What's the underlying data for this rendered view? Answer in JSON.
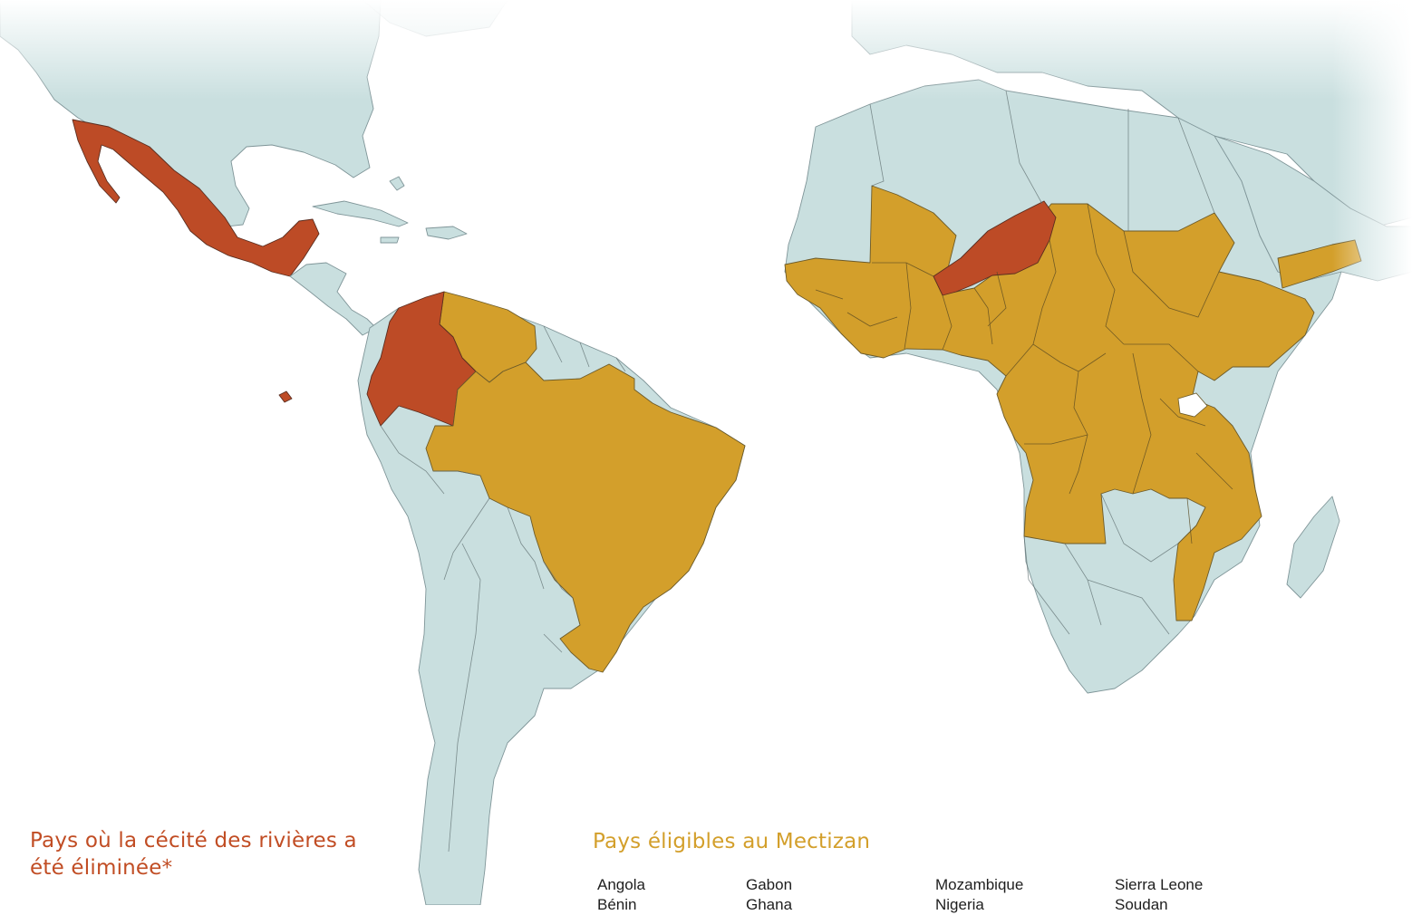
{
  "map": {
    "colors": {
      "sea": "#ffffff",
      "land": "#c9dfdf",
      "eligible": "#d39f2b",
      "eliminated": "#bd4b26",
      "border": "#7f9598"
    },
    "eliminated": [
      "Mexique",
      "Colombie",
      "Niger"
    ],
    "eligible_highlighted": [
      "Venezuela",
      "Brésil",
      "Sénégal",
      "Mali",
      "Guinée",
      "Côte d'Ivoire",
      "Nigeria",
      "Tchad",
      "Soudan",
      "Éthiopie",
      "Yémen",
      "Cameroun",
      "RD Congo",
      "Angola",
      "Tanzanie",
      "Mozambique",
      "Malawi"
    ]
  },
  "legend": {
    "eliminated": {
      "title": "Pays où la cécité des rivières a été éliminée*"
    },
    "eligible": {
      "title": "Pays éligibles au Mectizan",
      "columns": [
        [
          "Angola",
          "Bénin"
        ],
        [
          "Gabon",
          "Ghana"
        ],
        [
          "Mozambique",
          "Nigeria"
        ],
        [
          "Sierra Leone",
          "Soudan"
        ]
      ]
    }
  }
}
